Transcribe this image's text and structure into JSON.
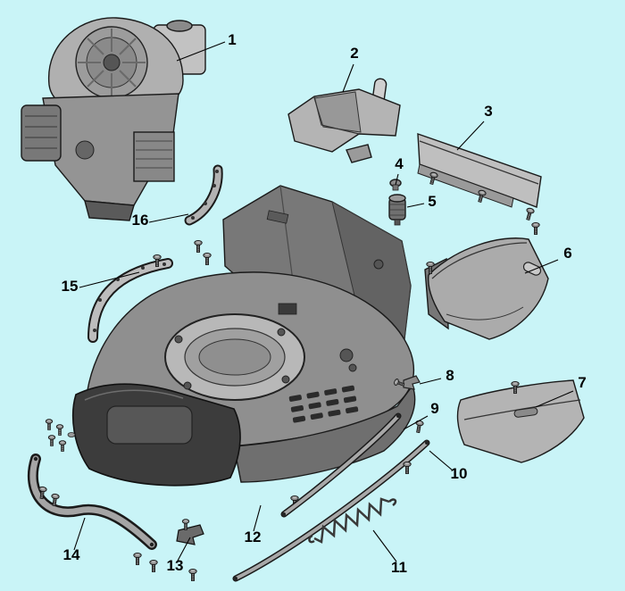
{
  "figure": {
    "type": "exploded-parts-diagram"
  },
  "colors": {
    "background": "#c9f4f7",
    "line_art": "#1a1a1a",
    "callout_text": "#000000"
  },
  "callouts": [
    {
      "label": "1"
    },
    {
      "label": "2"
    },
    {
      "label": "3"
    },
    {
      "label": "4"
    },
    {
      "label": "5"
    },
    {
      "label": "6"
    },
    {
      "label": "7"
    },
    {
      "label": "8"
    },
    {
      "label": "9"
    },
    {
      "label": "10"
    },
    {
      "label": "11"
    },
    {
      "label": "12"
    },
    {
      "label": "13"
    },
    {
      "label": "14"
    },
    {
      "label": "15"
    },
    {
      "label": "16"
    }
  ]
}
